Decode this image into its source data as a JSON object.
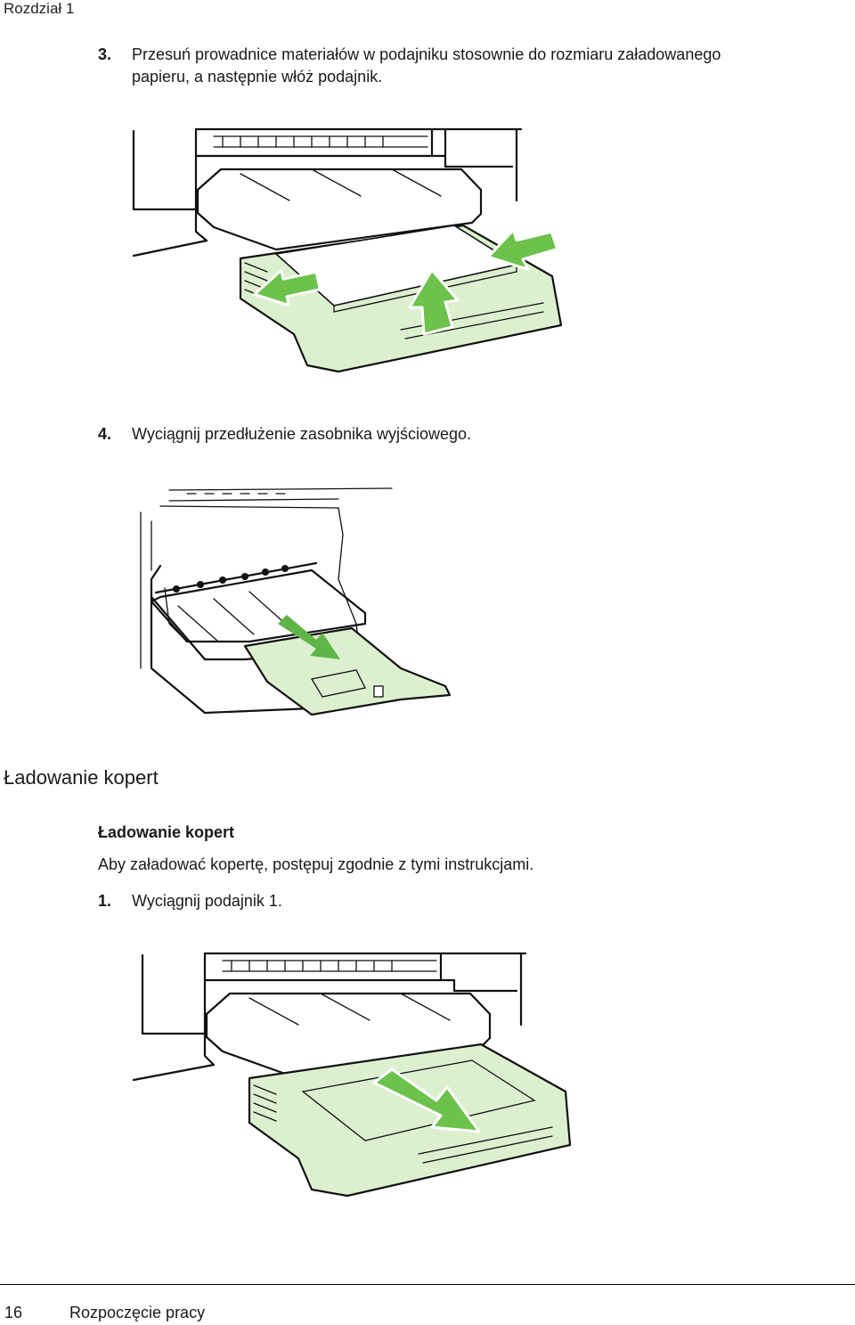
{
  "header": {
    "chapter": "Rozdział 1"
  },
  "steps_top": [
    {
      "number": "3.",
      "text_line1": "Przesuń prowadnice materiałów w podajniku stosownie do rozmiaru załadowanego",
      "text_line2": "papieru, a następnie włóż podajnik."
    },
    {
      "number": "4.",
      "text": "Wyciągnij przedłużenie zasobnika wyjściowego."
    }
  ],
  "section": {
    "heading": "Ładowanie kopert",
    "subheading": "Ładowanie kopert",
    "intro": "Aby załadować kopertę, postępuj zgodnie z tymi instrukcjami.",
    "steps": [
      {
        "number": "1.",
        "text": "Wyciągnij podajnik 1."
      }
    ]
  },
  "footer": {
    "page_number": "16",
    "chapter_title": "Rozpoczęcie pracy"
  },
  "colors": {
    "tray_green": "#dcf0cf",
    "arrow_green": "#6cc24a"
  },
  "illustrations": [
    {
      "name": "adjust-paper-guides"
    },
    {
      "name": "pull-out-output-extension"
    },
    {
      "name": "pull-out-tray-1"
    }
  ]
}
